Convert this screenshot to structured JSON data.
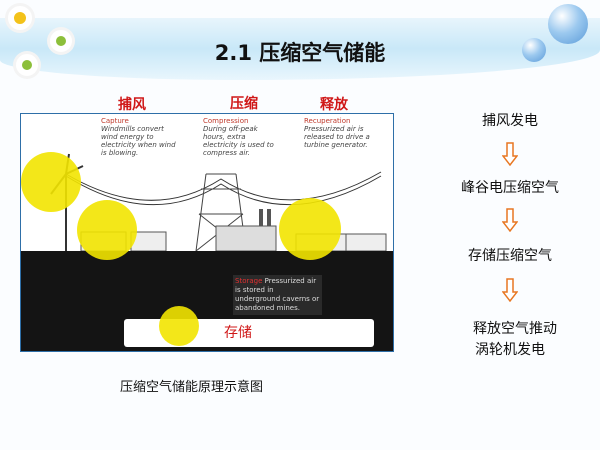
{
  "title": "2.1 压缩空气储能",
  "diagram_labels": {
    "capture": "捕风",
    "compression": "压缩",
    "recuperation": "释放",
    "storage": "存储"
  },
  "notes": {
    "capture": {
      "head": "Capture",
      "body": "Windmills convert wind energy to electricity when wind is blowing."
    },
    "compression": {
      "head": "Compression",
      "body": "During off-peak hours, extra electricity is used to compress air."
    },
    "recuperation": {
      "head": "Recuperation",
      "body": "Pressurized air is released to drive a turbine generator."
    },
    "storage": {
      "head": "Storage",
      "body": "Pressurized air is stored in underground caverns or abandoned mines."
    }
  },
  "caption": "压缩空气储能原理示意图",
  "flow": [
    "捕风发电",
    "峰谷电压缩空气",
    "存储压缩空气",
    "释放空气推动",
    "涡轮机发电"
  ],
  "colors": {
    "label_red": "#d01818",
    "highlight": "#f2e400",
    "arrow": "#e87722"
  }
}
